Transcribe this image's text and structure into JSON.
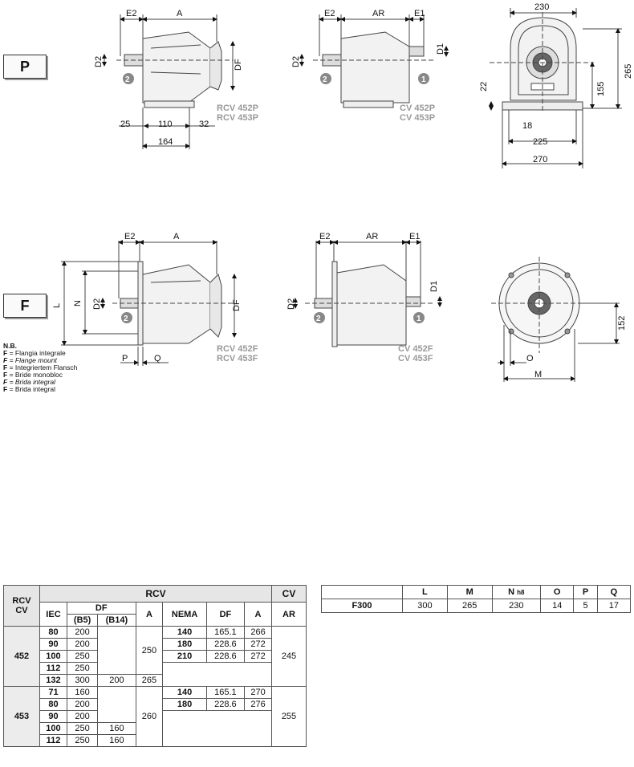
{
  "labels": {
    "p": "P",
    "f": "F"
  },
  "dims_p": {
    "e2": "E2",
    "a": "A",
    "ar": "AR",
    "e1": "E1",
    "d2": "D2",
    "d1": "D1",
    "df": "DF",
    "v25": "25",
    "v110": "110",
    "v32": "32",
    "v164": "164",
    "v230": "230",
    "v265": "265",
    "v155": "155",
    "v22": "22",
    "v18": "18",
    "v225": "225",
    "v270": "270"
  },
  "dims_f": {
    "e2": "E2",
    "a": "A",
    "ar": "AR",
    "e1": "E1",
    "d2": "D2",
    "d1": "D1",
    "df": "DF",
    "l": "L",
    "n": "N",
    "p": "P",
    "q": "Q",
    "o": "O",
    "m": "M",
    "v152": "152"
  },
  "markers": {
    "one": "1",
    "two": "2"
  },
  "models": {
    "rcv_p1": "RCV 452P",
    "rcv_p2": "RCV 453P",
    "cv_p1": "CV 452P",
    "cv_p2": "CV 453P",
    "rcv_f1": "RCV 452F",
    "rcv_f2": "RCV 453F",
    "cv_f1": "CV 452F",
    "cv_f2": "CV 453F"
  },
  "note": {
    "title": "N.B.",
    "lines": [
      {
        "code": "F",
        "text": " = Flangia integrale"
      },
      {
        "code": "F",
        "text": " = Flange mount"
      },
      {
        "code": "F",
        "text": " = Integriertem Flansch"
      },
      {
        "code": "F",
        "text": " = Bride monobloc"
      },
      {
        "code": "F",
        "text": " = Brida integral"
      },
      {
        "code": "F",
        "text": " = Brida integral"
      }
    ]
  },
  "table1": {
    "corner1": "RCV",
    "corner2": "CV",
    "rcv": "RCV",
    "cv": "CV",
    "iec": "IEC",
    "df": "DF",
    "b5": "(B5)",
    "b14": "(B14)",
    "a": "A",
    "nema": "NEMA",
    "df2": "DF",
    "a2": "A",
    "ar": "AR",
    "g452": "452",
    "g453": "453",
    "r452": [
      {
        "iec": "80",
        "b5": "200",
        "b14": ""
      },
      {
        "iec": "90",
        "b5": "200",
        "b14": ""
      },
      {
        "iec": "100",
        "b5": "250",
        "b14": ""
      },
      {
        "iec": "112",
        "b5": "250",
        "b14": ""
      },
      {
        "iec": "132",
        "b5": "300",
        "b14": "200"
      }
    ],
    "a452": "250",
    "a452b": "265",
    "n452": [
      {
        "nema": "140",
        "df": "165.1",
        "a": "266"
      },
      {
        "nema": "180",
        "df": "228.6",
        "a": "272"
      },
      {
        "nema": "210",
        "df": "228.6",
        "a": "272"
      }
    ],
    "ar452": "245",
    "r453": [
      {
        "iec": "71",
        "b5": "160",
        "b14": ""
      },
      {
        "iec": "80",
        "b5": "200",
        "b14": ""
      },
      {
        "iec": "90",
        "b5": "200",
        "b14": ""
      },
      {
        "iec": "100",
        "b5": "250",
        "b14": "160"
      },
      {
        "iec": "112",
        "b5": "250",
        "b14": "160"
      }
    ],
    "a453": "260",
    "n453": [
      {
        "nema": "140",
        "df": "165.1",
        "a": "270"
      },
      {
        "nema": "180",
        "df": "228.6",
        "a": "276"
      }
    ],
    "ar453": "255"
  },
  "table2": {
    "headers": [
      "",
      "L",
      "M",
      "N",
      "h8",
      "O",
      "P",
      "Q"
    ],
    "row": {
      "name": "F300",
      "l": "300",
      "m": "265",
      "n": "230",
      "o": "14",
      "p": "5",
      "q": "17"
    }
  }
}
